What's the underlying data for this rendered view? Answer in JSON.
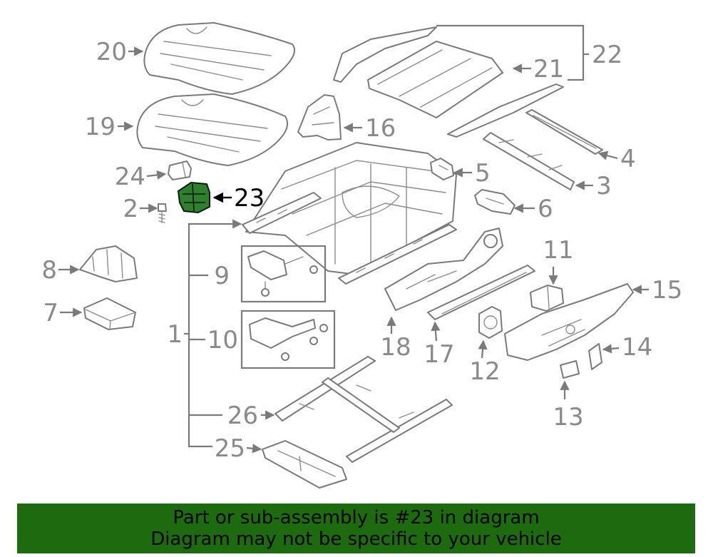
{
  "diagram": {
    "highlighted_part": "23",
    "callouts": [
      {
        "id": "c1",
        "label": "1"
      },
      {
        "id": "c2",
        "label": "2"
      },
      {
        "id": "c3",
        "label": "3"
      },
      {
        "id": "c4",
        "label": "4"
      },
      {
        "id": "c5",
        "label": "5"
      },
      {
        "id": "c6",
        "label": "6"
      },
      {
        "id": "c7",
        "label": "7"
      },
      {
        "id": "c8",
        "label": "8"
      },
      {
        "id": "c9",
        "label": "9"
      },
      {
        "id": "c10",
        "label": "10"
      },
      {
        "id": "c11",
        "label": "11"
      },
      {
        "id": "c12",
        "label": "12"
      },
      {
        "id": "c13",
        "label": "13"
      },
      {
        "id": "c14",
        "label": "14"
      },
      {
        "id": "c15",
        "label": "15"
      },
      {
        "id": "c16",
        "label": "16"
      },
      {
        "id": "c17",
        "label": "17"
      },
      {
        "id": "c18",
        "label": "18"
      },
      {
        "id": "c19",
        "label": "19"
      },
      {
        "id": "c20",
        "label": "20"
      },
      {
        "id": "c21",
        "label": "21"
      },
      {
        "id": "c22",
        "label": "22"
      },
      {
        "id": "c23",
        "label": "23"
      },
      {
        "id": "c24",
        "label": "24"
      },
      {
        "id": "c25",
        "label": "25"
      },
      {
        "id": "c26",
        "label": "26"
      }
    ]
  },
  "colors": {
    "banner_background": "#1d6b0f",
    "highlight_fill": "#2f7f2f",
    "line_gray": "#7a7a7a"
  },
  "banner": {
    "line1": "Part or sub-assembly is #23 in diagram",
    "line2": "Diagram may not be specific to your vehicle"
  }
}
